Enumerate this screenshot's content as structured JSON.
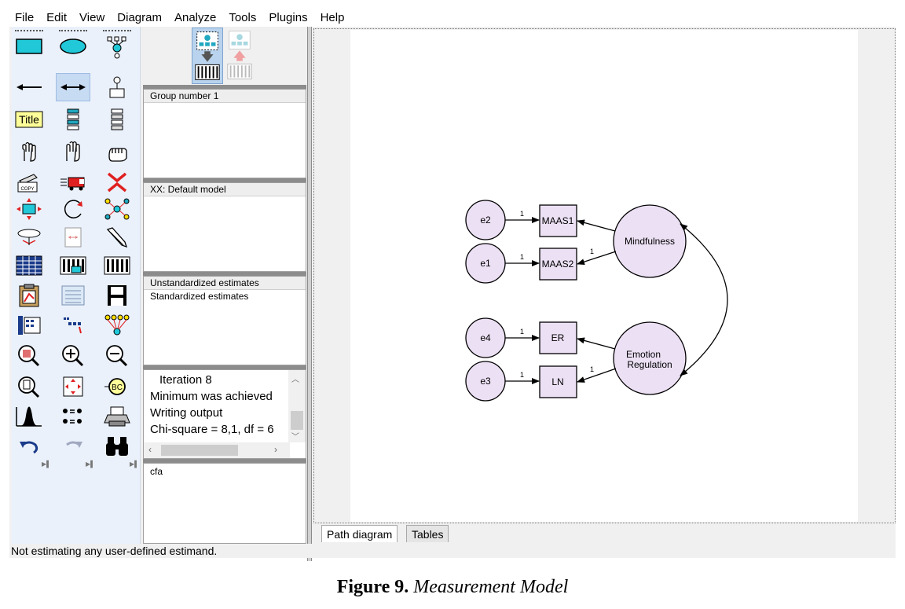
{
  "menu": [
    "File",
    "Edit",
    "View",
    "Diagram",
    "Analyze",
    "Tools",
    "Plugins",
    "Help"
  ],
  "toolbox": {
    "title_tool_label": "Title",
    "tools": [
      "draw-observed-variable",
      "draw-unobserved-variable",
      "draw-latent-indicator",
      "draw-path",
      "draw-covariance",
      "add-unique-variable",
      "figure-caption",
      "list-variables-model",
      "list-variables-dataset",
      "select-one-object",
      "select-all-objects",
      "deselect-all-objects",
      "duplicate-objects",
      "move-objects",
      "erase-objects",
      "change-shape",
      "rotate-indicators",
      "reflect-indicators",
      "move-parameter-values",
      "scroll",
      "touch-up",
      "select-data-files",
      "analysis-properties",
      "calculate-estimates",
      "copy-to-clipboard",
      "view-text",
      "save-diagram",
      "object-properties",
      "drag-properties",
      "preserve-symmetries",
      "zoom-in-area",
      "zoom-in",
      "zoom-out",
      "show-page",
      "redraw",
      "loupe",
      "bayesian-estimation",
      "multiple-group",
      "print",
      "undo",
      "redo",
      "specification-search"
    ]
  },
  "panels": {
    "groups": "Group number 1",
    "models": "XX: Default model",
    "estimates": [
      "Unstandardized estimates",
      "Standardized estimates"
    ],
    "log": [
      "Iteration 8",
      "Minimum was achieved",
      "Writing output",
      "Chi-square = 8,1, df = 6"
    ],
    "file": "cfa"
  },
  "diagram": {
    "errors": [
      "e2",
      "e1",
      "e4",
      "e3"
    ],
    "observed": [
      "MAAS1",
      "MAAS2",
      "ER",
      "LN"
    ],
    "latent": {
      "mindfulness": "Mindfulness",
      "emotion_line1": "Emotion",
      "emotion_line2": "Regulation"
    },
    "fixed_weight": "1"
  },
  "tabs": {
    "path_diagram": "Path diagram",
    "tables": "Tables"
  },
  "status": "Not estimating any user-defined estimand.",
  "caption": {
    "label": "Figure 9.",
    "title": "Measurement Model"
  }
}
